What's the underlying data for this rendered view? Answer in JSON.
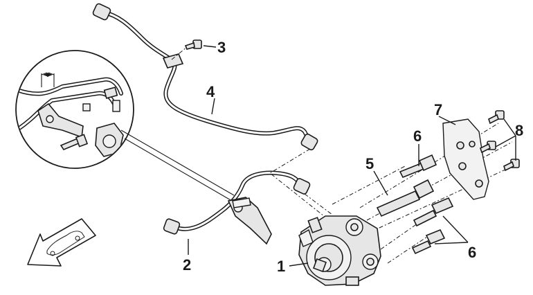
{
  "diagram": {
    "callouts": [
      {
        "id": "1",
        "label": "1"
      },
      {
        "id": "2",
        "label": "2"
      },
      {
        "id": "3",
        "label": "3"
      },
      {
        "id": "4",
        "label": "4"
      },
      {
        "id": "5",
        "label": "5"
      },
      {
        "id": "6a",
        "label": "6"
      },
      {
        "id": "6b",
        "label": "6"
      },
      {
        "id": "7",
        "label": "7"
      },
      {
        "id": "8",
        "label": "8"
      }
    ],
    "icons": [
      "vehicle-direction-arrow-icon"
    ],
    "colors": {
      "line": "#1a1a1a",
      "fill": "#e6e6e6",
      "background": "#ffffff"
    }
  }
}
